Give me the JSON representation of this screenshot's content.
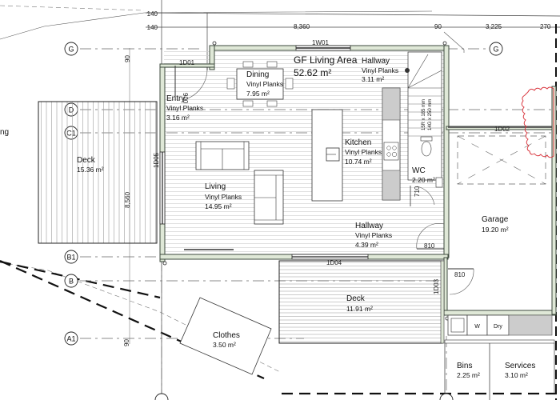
{
  "drawing": {
    "type": "ground floor plan",
    "gridlines": [
      "G",
      "D",
      "C1",
      "B1",
      "B",
      "A1"
    ],
    "dimensions": {
      "top_140_a": "140",
      "top_140_b": "140",
      "overall_width": "8,360",
      "right_90": "90",
      "right_3225": "3,225",
      "right_270": "270",
      "left_90_top": "90",
      "left_8560": "8,560",
      "left_90_bottom": "90",
      "entry_door_width": "900",
      "wc_door_width": "710",
      "hall_door_width": "810",
      "garage_door_width": "810"
    },
    "doors": {
      "d01": "1D01",
      "d02": "1D02",
      "d03": "1D03",
      "d04": "1D04",
      "d05": "1D05",
      "w01": "1W01"
    },
    "stair_note_1": "15R x 185 mm",
    "stair_note_2": "14G x 250 mm",
    "left_edge_fragment": "ng",
    "laundry": {
      "washer": "W",
      "dryer": "Dry"
    }
  },
  "rooms": {
    "gf_living": {
      "name": "GF Living Area",
      "area": "52.62 m²"
    },
    "dining": {
      "name": "Dining",
      "finish": "Vinyl Planks",
      "area": "7.95 m²"
    },
    "hallway_top": {
      "name": "Hallway",
      "finish": "Vinyl Planks",
      "area": "3.11 m²"
    },
    "entry": {
      "name": "Entry",
      "finish": "Vinyl Planks",
      "area": "3.16 m²"
    },
    "kitchen": {
      "name": "Kitchen",
      "finish": "Vinyl Planks",
      "area": "10.74 m²"
    },
    "wc": {
      "name": "WC",
      "area": "2.20 m²"
    },
    "living": {
      "name": "Living",
      "finish": "Vinyl Planks",
      "area": "14.95 m²"
    },
    "hallway_bottom": {
      "name": "Hallway",
      "finish": "Vinyl Planks",
      "area": "4.39 m²"
    },
    "garage": {
      "name": "Garage",
      "area": "19.20 m²"
    },
    "deck_left": {
      "name": "Deck",
      "area": "15.36 m²"
    },
    "deck_bottom": {
      "name": "Deck",
      "area": "11.91 m²"
    },
    "clothes": {
      "name": "Clothes",
      "area": "3.50 m²"
    },
    "bins": {
      "name": "Bins",
      "area": "2.25 m²"
    },
    "services": {
      "name": "Services",
      "area": "3.10 m²"
    }
  },
  "colors": {
    "wall_fill": "#dfe8d7",
    "revision_cloud": "#d9363e",
    "fixture_gray": "#cccccc"
  }
}
